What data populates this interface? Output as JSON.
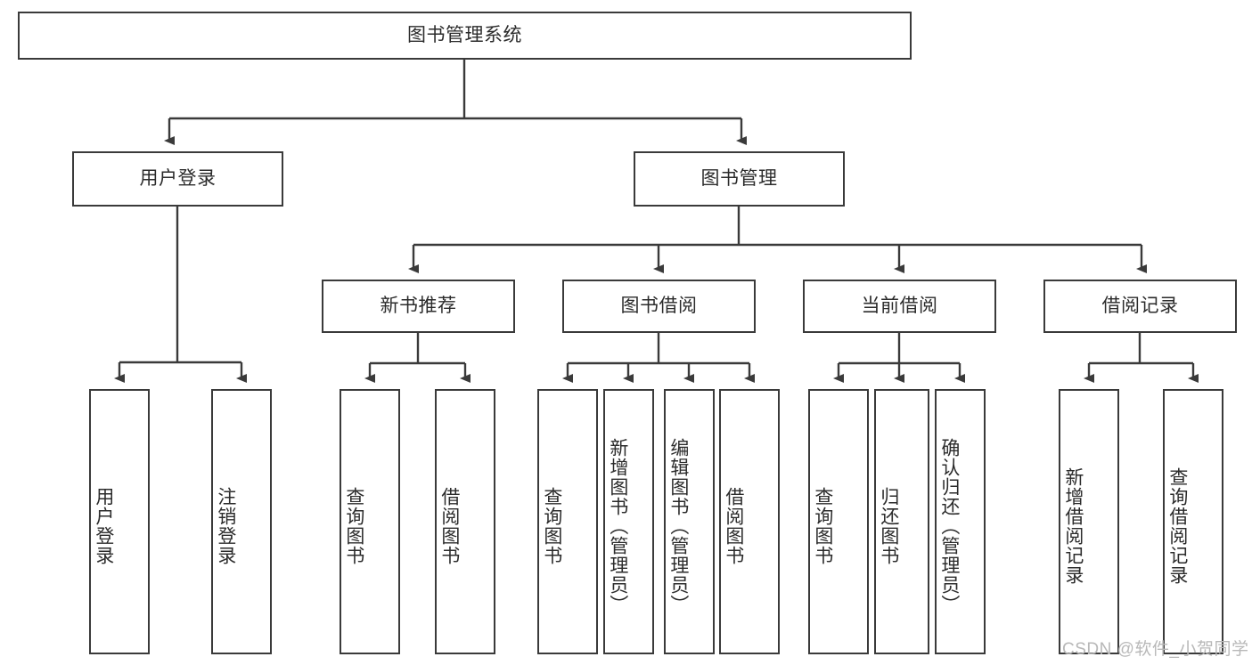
{
  "diagram": {
    "title": "图书管理系统",
    "type": "tree-hierarchy",
    "watermark": "CSDN @软件_小贺同学",
    "colors": {
      "border": "#3a3a3a",
      "background": "#ffffff",
      "text": "#2b2b2b",
      "watermark": "#b8b8b8"
    },
    "root": {
      "label": "图书管理系统"
    },
    "level1": [
      {
        "label": "用户登录"
      },
      {
        "label": "图书管理"
      }
    ],
    "level2": [
      {
        "label": "新书推荐"
      },
      {
        "label": "图书借阅"
      },
      {
        "label": "当前借阅"
      },
      {
        "label": "借阅记录"
      }
    ],
    "leaves": {
      "user_login": [
        {
          "label": "用户登录"
        },
        {
          "label": "注销登录"
        }
      ],
      "new_book_recommend": [
        {
          "label": "查询图书"
        },
        {
          "label": "借阅图书"
        }
      ],
      "book_borrow": [
        {
          "label": "查询图书"
        },
        {
          "label": "新增图书（管理员）"
        },
        {
          "label": "编辑图书（管理员）"
        },
        {
          "label": "借阅图书"
        }
      ],
      "current_borrow": [
        {
          "label": "查询图书"
        },
        {
          "label": "归还图书"
        },
        {
          "label": "确认归还（管理员）"
        }
      ],
      "borrow_record": [
        {
          "label": "新增借阅记录"
        },
        {
          "label": "查询借阅记录"
        }
      ]
    }
  }
}
